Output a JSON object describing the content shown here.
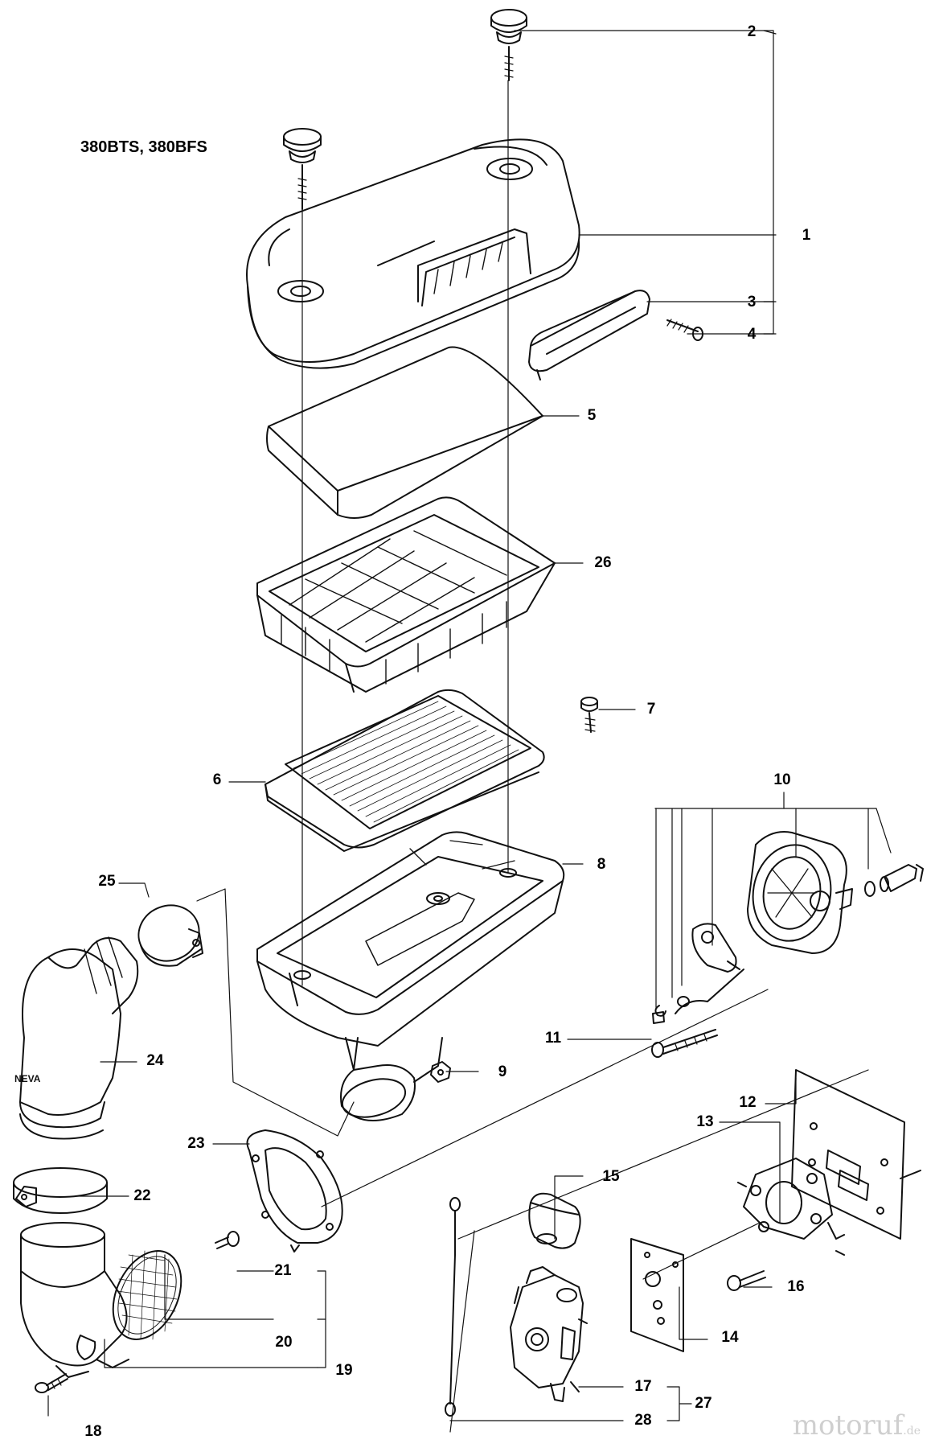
{
  "diagram": {
    "model_label": "380BTS, 380BFS",
    "callouts": [
      "1",
      "2",
      "3",
      "4",
      "5",
      "6",
      "7",
      "8",
      "9",
      "10",
      "11",
      "12",
      "13",
      "14",
      "15",
      "16",
      "17",
      "18",
      "19",
      "20",
      "21",
      "22",
      "23",
      "24",
      "25",
      "26",
      "27",
      "28"
    ],
    "part_markings": {
      "hose_brand": "NEVA"
    }
  },
  "watermark": {
    "name": "motoruf",
    "tld": ".de"
  }
}
